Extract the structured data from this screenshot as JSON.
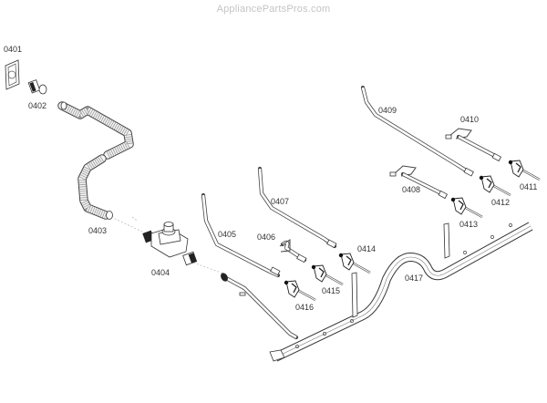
{
  "watermark": "AppliancePartsPros.com",
  "parts": [
    {
      "id": "0401",
      "label": "0401"
    },
    {
      "id": "0402",
      "label": "0402"
    },
    {
      "id": "0403",
      "label": "0403"
    },
    {
      "id": "0404",
      "label": "0404"
    },
    {
      "id": "0405",
      "label": "0405"
    },
    {
      "id": "0406",
      "label": "0406"
    },
    {
      "id": "0407",
      "label": "0407"
    },
    {
      "id": "0408",
      "label": "0408"
    },
    {
      "id": "0409",
      "label": "0409"
    },
    {
      "id": "0410",
      "label": "0410"
    },
    {
      "id": "0411",
      "label": "0411"
    },
    {
      "id": "0412",
      "label": "0412"
    },
    {
      "id": "0413",
      "label": "0413"
    },
    {
      "id": "0414",
      "label": "0414"
    },
    {
      "id": "0415",
      "label": "0415"
    },
    {
      "id": "0416",
      "label": "0416"
    },
    {
      "id": "0417",
      "label": "0417"
    }
  ],
  "colors": {
    "background": "#ffffff",
    "line": "#333333",
    "watermark": "#c4c4c4"
  }
}
